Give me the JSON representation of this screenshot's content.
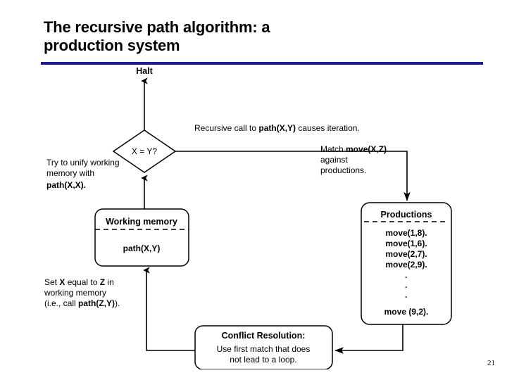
{
  "slide": {
    "title_line1": "The recursive path algorithm: a",
    "title_line2": "production system",
    "accent_color": "#1a1aa6",
    "page_number": "21"
  },
  "diagram": {
    "halt_label": "Halt",
    "decision": {
      "label": "X = Y?"
    },
    "annotations": {
      "recursive_call": {
        "pre": "Recursive call to ",
        "emphasis": "path(X,Y)",
        "post": " causes iteration."
      },
      "unify": {
        "line1": "Try to unify working",
        "line2": "memory with",
        "line3_emphasis": "path(X,X)."
      },
      "match": {
        "line1_pre": "Match ",
        "line1_emphasis": "move(X,Z)",
        "line2": "against",
        "line3": "productions."
      },
      "set_x": {
        "line1_pre": "Set ",
        "line1_em1": "X",
        "line1_mid": " equal to ",
        "line1_em2": "Z",
        "line1_post": " in",
        "line2": "working memory",
        "line3_pre": "(i.e., call ",
        "line3_em": "path(Z,Y)",
        "line3_post": ")."
      }
    },
    "working_memory": {
      "header": "Working memory",
      "content": "path(X,Y)"
    },
    "productions": {
      "header": "Productions",
      "rules": [
        "move(1,8).",
        "move(1,6).",
        "move(2,7).",
        "move(2,9)."
      ],
      "ellipsis": "·",
      "last_rule": "move (9,2)."
    },
    "conflict_resolution": {
      "header": "Conflict Resolution:",
      "line1": "Use first match that does",
      "line2": "not lead to a loop."
    }
  }
}
